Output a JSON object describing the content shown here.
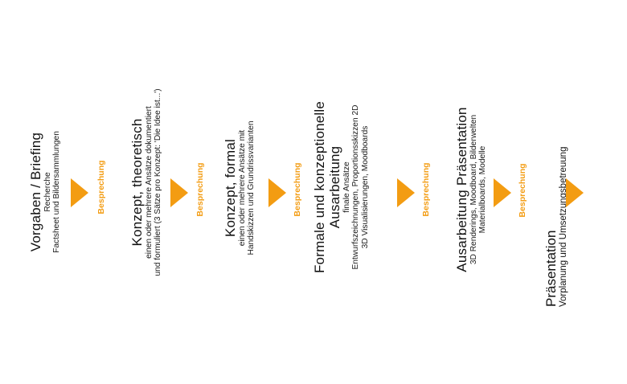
{
  "stages": [
    {
      "title": "Vorgaben / Briefing",
      "lines": [
        "Recherche",
        "Factsheet und Bildersammlungen"
      ]
    },
    {
      "title": "Konzept, theoretisch",
      "lines": [
        "einen oder mehrere Ansätze dokumentiert",
        "und formuliert (3 Sätze pro Konzept: 'Die Idee ist...')"
      ]
    },
    {
      "title": "Konzept, formal",
      "lines": [
        "einen oder mehrere Ansätze mit",
        "Handskizzen und Grundrissvarianten"
      ]
    },
    {
      "title": "Formale und konzeptionelle",
      "title2": "Ausarbeitung",
      "lines": [
        "finale Ansätze",
        "Entwurfszeichnungen, Proportionsskizzen 2D",
        "3D Visualisierungen, Moodboards"
      ]
    },
    {
      "title": "Ausarbeitung Präsentation",
      "lines": [
        "3D Renderings, Moodboard, Bilderwelten",
        "Materialboards, Modelle"
      ]
    }
  ],
  "final_stage": {
    "title": "Präsentation",
    "lines": [
      "Vorplanung und Umsetzungsbetreuung"
    ]
  },
  "review_label": "Besprechung",
  "colors": {
    "accent": "#f39c12",
    "text": "#111111",
    "background": "#ffffff"
  }
}
